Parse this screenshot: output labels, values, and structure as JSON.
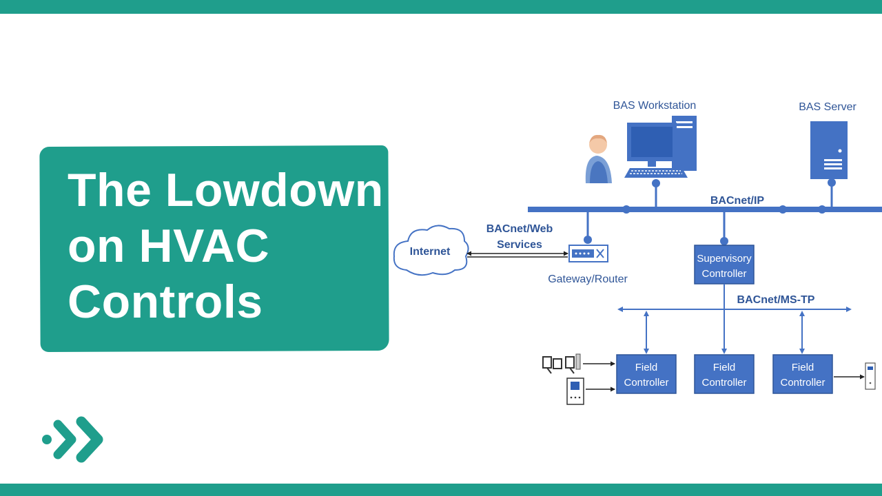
{
  "title": {
    "line1": "The Lowdown",
    "line2": "on HVAC",
    "line3": "Controls"
  },
  "diagram": {
    "bas_workstation": "BAS Workstation",
    "bas_server": "BAS Server",
    "bacnet_ip": "BACnet/IP",
    "web_services_line1": "BACnet/Web",
    "web_services_line2": "Services",
    "internet": "Internet",
    "gateway": "Gateway/Router",
    "supervisory_line1": "Supervisory",
    "supervisory_line2": "Controller",
    "ms_tp": "BACnet/MS-TP",
    "field1_line1": "Field",
    "field1_line2": "Controller",
    "field2_line1": "Field",
    "field2_line2": "Controller",
    "field3_line1": "Field",
    "field3_line2": "Controller"
  },
  "colors": {
    "brand": "#1f9e8c",
    "diagram_blue": "#4472c4",
    "label_blue": "#2f5597"
  }
}
